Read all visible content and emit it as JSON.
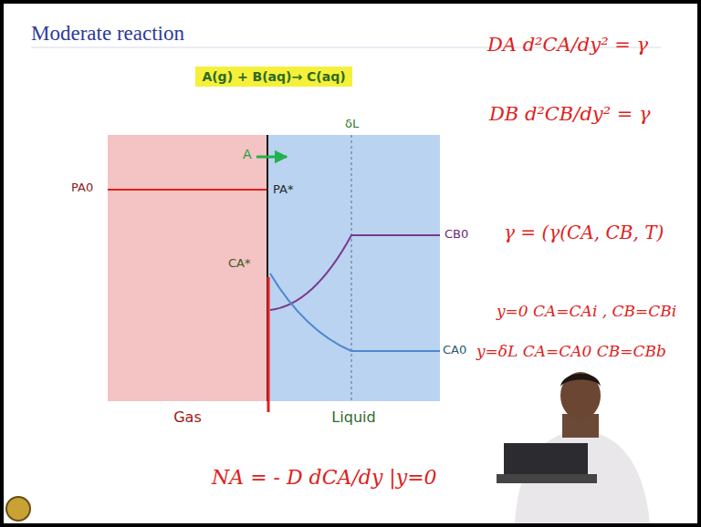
{
  "diagram": {
    "title": "Moderate reaction",
    "nodes": [
      {
        "text": [
          "A(g) + B(aq)→ C(aq)"
        ]
      },
      {
        "text": [
          "Gas"
        ]
      },
      {
        "text": [
          "Liquid"
        ]
      }
    ],
    "labels": [
      "PA0",
      "PA*",
      "CA*",
      "δL",
      "A",
      "CB0",
      "CA0",
      "DA d²CA/dy² = γ",
      "DB d²CB/dy² = γ",
      "γ = (γ(CA, CB, T)",
      "y=0  CA=CAi , CB=CBi",
      "y=δL  CA=CA0  CB=CBb",
      "NA = - D dCA/dy |y=0"
    ]
  }
}
